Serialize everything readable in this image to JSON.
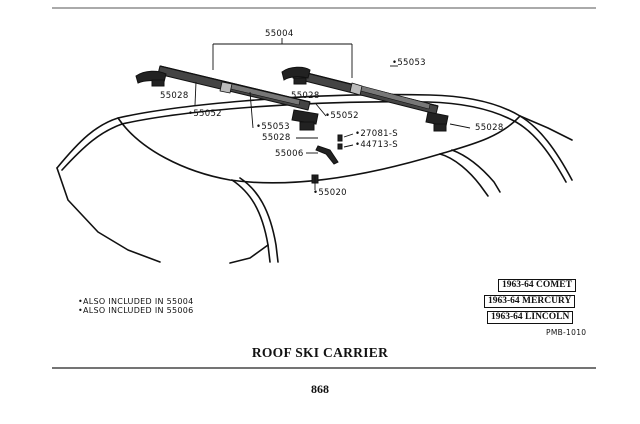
{
  "header": {
    "top_text": ""
  },
  "callouts": {
    "c55004": "55004",
    "c55053_right": "•55053",
    "c55028_left": "55028",
    "c55052_left": "•55052",
    "c55028_mid": "55028",
    "c55052_mid": "•55052",
    "c55053_left": "•55053",
    "c55028_lower": "55028",
    "c27081": "•27081-S",
    "c44713": "•44713-S",
    "c55006": "55006",
    "c55020": "•55020",
    "c55028_right": "55028"
  },
  "models": [
    "1963-64 COMET",
    "1963-64 MERCURY",
    "1963-64 LINCOLN"
  ],
  "notes": [
    "•ALSO INCLUDED IN 55004",
    "•ALSO INCLUDED IN 55006"
  ],
  "figure_code": "PMB-1010",
  "caption": "ROOF SKI CARRIER",
  "page_number": "868"
}
